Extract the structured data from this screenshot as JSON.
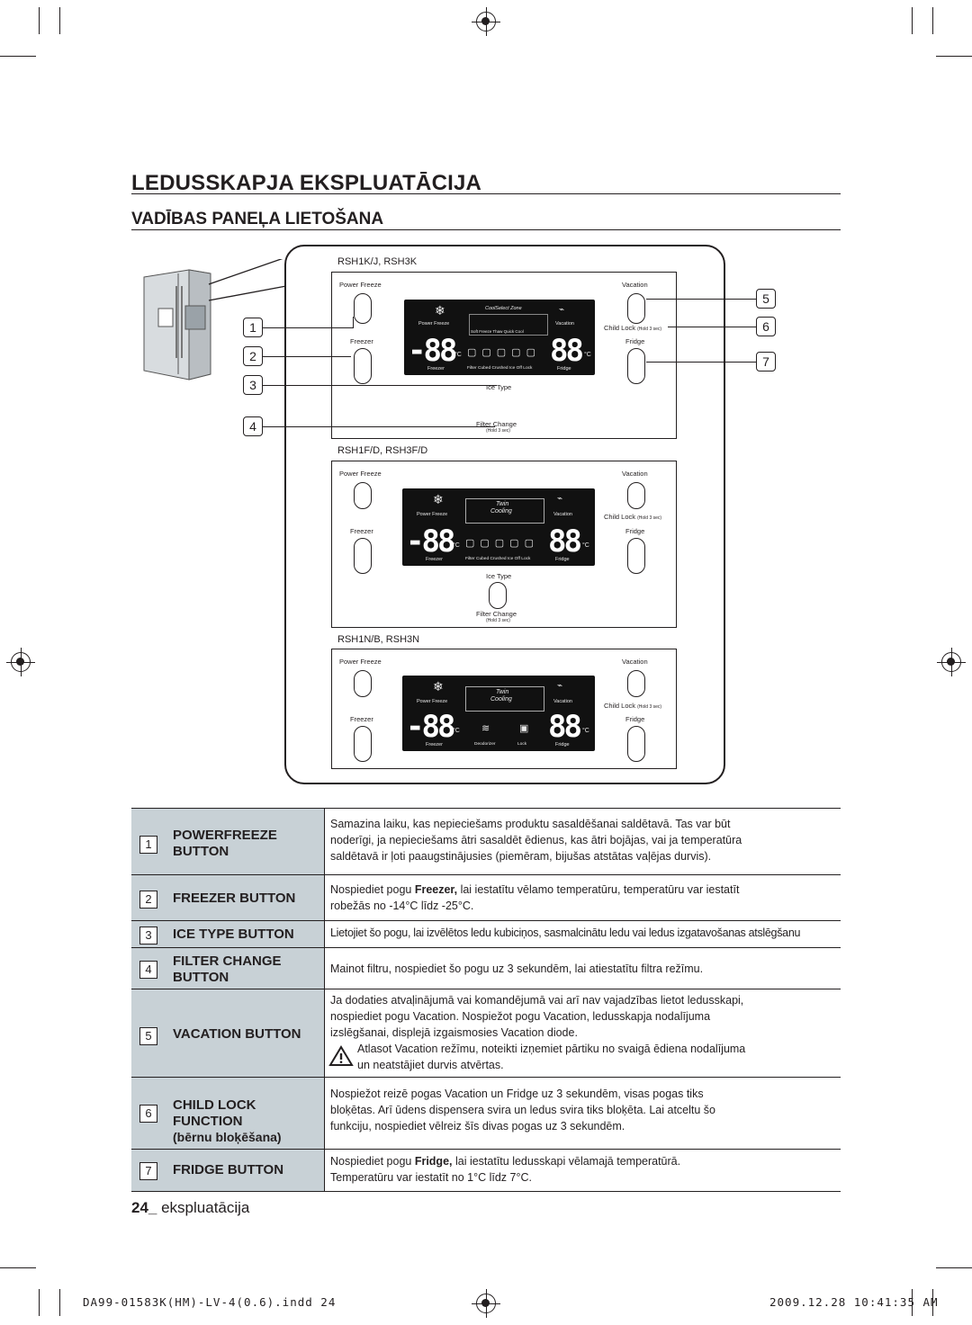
{
  "page_title": "LEDUSSKAPJA EKSPLUATĀCIJA",
  "section_title": "VADĪBAS PANEĻA LIETOŠANA",
  "diagram": {
    "numbers": [
      "1",
      "2",
      "3",
      "4",
      "5",
      "6",
      "7"
    ],
    "panels": [
      {
        "model": "RSH1K/J, RSH3K",
        "power_freeze": "Power Freeze",
        "vacation": "Vacation",
        "freezer": "Freezer",
        "fridge": "Fridge",
        "child_lock": "Child Lock",
        "hold": "(Hold 3 sec)",
        "ice_type": "Ice Type",
        "filter_change": "Filter Change",
        "filter_hold": "(Hold 3 sec)",
        "disp": {
          "pf": "Power Freeze",
          "vac": "Vacation",
          "zone": "CoolSelect Zone",
          "zone_items": "Soft Freeze  Thaw  Quick Cool",
          "seg": "-88",
          "seg2": "88",
          "unit": "°C",
          "freezer": "Freezer",
          "fridge": "Fridge",
          "bottom": "Filter  Cubed Crushed Ice Off  Lock"
        }
      },
      {
        "model": "RSH1F/D, RSH3F/D",
        "power_freeze": "Power Freeze",
        "vacation": "Vacation",
        "freezer": "Freezer",
        "fridge": "Fridge",
        "child_lock": "Child Lock",
        "hold": "(Hold 3 sec)",
        "ice_type": "Ice Type",
        "filter_change": "Filter Change",
        "filter_hold": "(Hold 3 sec)",
        "disp": {
          "pf": "Power Freeze",
          "vac": "Vacation",
          "twin1": "Twin",
          "twin2": "Cooling",
          "seg": "-88",
          "seg2": "88",
          "unit": "°C",
          "freezer": "Freezer",
          "fridge": "Fridge",
          "bottom": "Filter  Cubed Crushed Ice Off  Lock"
        }
      },
      {
        "model": "RSH1N/B, RSH3N",
        "power_freeze": "Power Freeze",
        "vacation": "Vacation",
        "freezer": "Freezer",
        "fridge": "Fridge",
        "child_lock": "Child Lock",
        "hold": "(Hold 3 sec)",
        "disp": {
          "pf": "Power Freeze",
          "vac": "Vacation",
          "twin1": "Twin",
          "twin2": "Cooling",
          "seg": "-88",
          "seg2": "88",
          "unit": "°C",
          "freezer": "Freezer",
          "fridge": "Fridge",
          "deodorizer": "Deodorizer",
          "lock": "Lock"
        }
      }
    ]
  },
  "table": [
    {
      "num": "1",
      "label_lines": [
        "POWERFREEZE",
        "BUTTON"
      ],
      "lines": [
        "Samazina laiku, kas nepieciešams produktu sasaldēšanai saldētavā. Tas var būt",
        "noderīgi, ja nepieciešams ātri sasaldēt ēdienus, kas ātri bojājas, vai ja temperatūra",
        "saldētavā ir ļoti paaugstinājusies (piemēram, bijušas atstātas vaļējas durvis)."
      ]
    },
    {
      "num": "2",
      "label_lines": [
        "FREEZER BUTTON"
      ],
      "lines_rich": {
        "pre": "Nospiediet pogu ",
        "bold": "Freezer,",
        "post": " lai iestatītu vēlamo temperatūru, temperatūru var iestatīt"
      },
      "lines": [
        "robežās no -14°C līdz -25°C."
      ]
    },
    {
      "num": "3",
      "label_lines": [
        "ICE TYPE BUTTON"
      ],
      "lines": [
        "Lietojiet šo pogu, lai izvēlētos ledu kubiciņos, sasmalcinātu ledu vai ledus izgatavošanas atslēgšanu"
      ]
    },
    {
      "num": "4",
      "label_lines": [
        "FILTER CHANGE",
        "BUTTON"
      ],
      "lines": [
        "Mainot filtru, nospiediet šo pogu uz 3 sekundēm, lai atiestatītu filtra režīmu."
      ]
    },
    {
      "num": "5",
      "label_lines": [
        "VACATION BUTTON"
      ],
      "lines": [
        "Ja dodaties atvaļinājumā vai komandējumā vai arī nav vajadzības lietot ledusskapi,",
        "nospiediet pogu Vacation. Nospiežot pogu Vacation, ledusskapja nodalījuma",
        "izslēgšanai, displejā izgaismosies Vacation diode."
      ],
      "warning": [
        "Atlasot Vacation režīmu, noteikti izņemiet pārtiku no svaigā ēdiena nodalījuma",
        "un neatstājiet durvis atvērtas."
      ]
    },
    {
      "num": "6",
      "label_lines": [
        "CHILD LOCK",
        "FUNCTION",
        "(bērnu bloķēšana)"
      ],
      "lines": [
        "Nospiežot reizē pogas Vacation un Fridge uz 3 sekundēm, visas pogas tiks",
        "bloķētas. Arī ūdens dispensera svira un ledus svira tiks bloķēta. Lai atceltu šo",
        "funkciju, nospiediet vēlreiz šīs divas pogas uz 3 sekundēm."
      ]
    },
    {
      "num": "7",
      "label_lines": [
        "FRIDGE BUTTON"
      ],
      "lines_rich": {
        "pre": "Nospiediet pogu ",
        "bold": "Fridge,",
        "post": " lai iestatītu ledusskapi vēlamajā temperatūrā."
      },
      "lines": [
        "Temperatūru var iestatīt no 1°C līdz 7°C."
      ]
    }
  ],
  "footer": {
    "page_num": "24_",
    "page_label": " ekspluatācija"
  },
  "slug": {
    "file": "DA99-01583K(HM)-LV-4(0.6).indd   24",
    "date": "2009.12.28   10:41:35 AM"
  }
}
